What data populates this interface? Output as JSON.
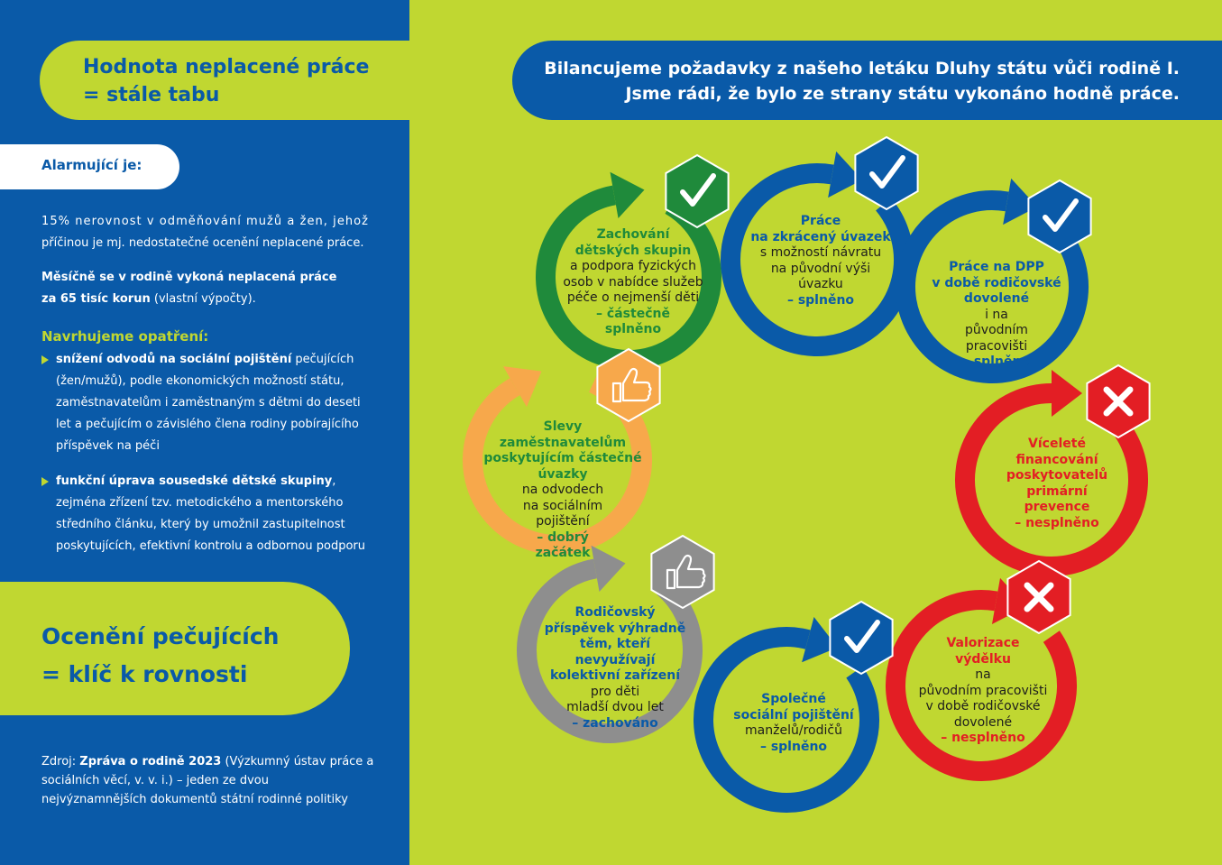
{
  "left_panel": {
    "title_line1": "Hodnota neplacené práce",
    "title_line2": "= stále tabu",
    "alarm_label": "Alarmující je:",
    "p1_line1": "15% nerovnost v odměňování mužů a žen, jehož",
    "p1_line2": "příčinou je mj. nedostatečné ocenění neplacené práce.",
    "p2_bold1": "Měsíčně se v rodině vykoná neplacená práce",
    "p2_bold2": "za 65 tisíc korun",
    "p2_rest": " (vlastní výpočty).",
    "measures_heading": "Navrhujeme opatření:",
    "bullet1_bold": "snížení odvodů na sociální pojištění",
    "bullet1_rest": " pečujících (žen/mužů), podle ekonomických možností státu, zaměstnavatelům i zaměstnaným s dětmi do deseti let a pečujícím o závislého člena rodiny pobírajícího příspěvek na péči",
    "bullet2_bold": "funkční úprava sousedské dětské skupiny",
    "bullet2_rest": ", zejména zřízení tzv. metodického a mentorského středního článku, který by umožnil zastupitelnost poskytujících, efektivní kontrolu a odbornou podporu",
    "bottom_title_line1": "Ocenění pečujících",
    "bottom_title_line2": "= klíč k rovnosti",
    "source_prefix": "Zdroj: ",
    "source_bold": "Zpráva o rodině 2023",
    "source_rest": " (Výzkumný ústav práce a sociálních věcí, v. v. i.) – jeden ze dvou nejvýznamnějších dokumentů státní rodinné politiky"
  },
  "header": {
    "line1": "Bilancujeme požadavky z našeho letáku Dluhy státu vůči rodině I.",
    "line2": "Jsme rádi, že bylo ze strany státu vykonáno hodně práce."
  },
  "colors": {
    "blue": "#0a5aa8",
    "lime": "#c0d731",
    "green": "#1f8a3b",
    "orange": "#f7a84b",
    "gray": "#8e8e8e",
    "red": "#e31e24"
  },
  "items": [
    {
      "status": "check",
      "color": "green",
      "icon": "check-icon",
      "bold": [
        "Zachování",
        "dětských skupin"
      ],
      "normal": [
        "a podpora fyzických",
        "osob v nabídce služeb",
        "péče o nejmenší děti"
      ],
      "status_text": [
        "– částečně",
        "splněno"
      ]
    },
    {
      "status": "check",
      "color": "blue",
      "icon": "check-icon",
      "bold": [
        "Práce",
        "na zkrácený úvazek"
      ],
      "normal": [
        "s možností návratu",
        "na původní výši",
        "úvazku"
      ],
      "status_text": [
        "– splněno"
      ]
    },
    {
      "status": "check",
      "color": "blue",
      "icon": "check-icon",
      "bold": [
        "Práce na DPP",
        "v době rodičovské",
        "dovolené"
      ],
      "normal": [
        "i na",
        "původním",
        "pracovišti"
      ],
      "status_text": [
        "– splněno"
      ]
    },
    {
      "status": "thumb",
      "color": "orange",
      "icon": "thumbs-up-icon",
      "bold": [
        "Slevy",
        "zaměstnavatelům",
        "poskytujícím částečné",
        "úvazky"
      ],
      "normal": [
        "na odvodech",
        "na sociálním",
        "pojištění"
      ],
      "status_text": [
        "– dobrý",
        "začátek"
      ]
    },
    {
      "status": "cross",
      "color": "red",
      "icon": "cross-icon",
      "bold": [
        "Víceleté",
        "financování",
        "poskytovatelů",
        "primární",
        "prevence"
      ],
      "normal": [],
      "status_text": [
        "– nesplněno"
      ]
    },
    {
      "status": "thumb",
      "color": "gray",
      "icon": "thumbs-up-icon",
      "bold": [
        "Rodičovský",
        "příspěvek výhradně",
        "těm, kteří",
        "nevyužívají",
        "kolektivní zařízení"
      ],
      "normal": [
        "pro děti",
        "mladší dvou let"
      ],
      "status_text": [
        "– zachováno"
      ]
    },
    {
      "status": "check",
      "color": "blue",
      "icon": "check-icon",
      "bold": [
        "Společné",
        "sociální pojištění"
      ],
      "normal": [
        "manželů/rodičů"
      ],
      "status_text": [
        "– splněno"
      ]
    },
    {
      "status": "cross",
      "color": "red",
      "icon": "cross-icon",
      "bold": [
        "Valorizace",
        "výdělku"
      ],
      "normal": [
        "na",
        "původním pracovišti",
        "v době rodičovské",
        "dovolené"
      ],
      "status_text": [
        "– nesplněno"
      ]
    }
  ]
}
